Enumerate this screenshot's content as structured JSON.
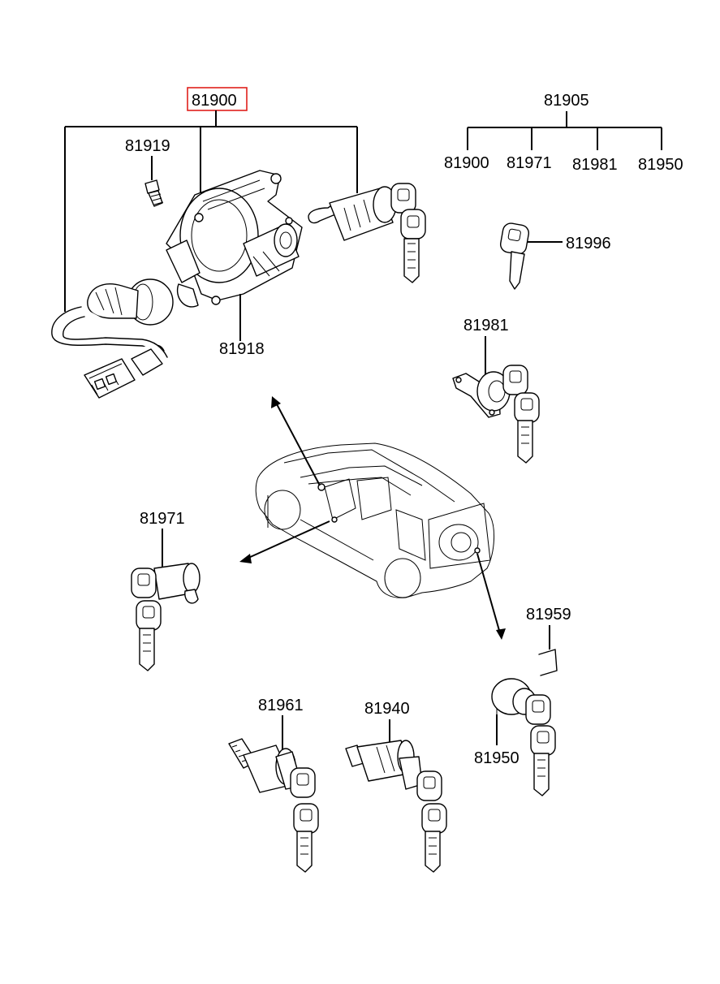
{
  "labels": {
    "p81900_main": "81900",
    "p81905": "81905",
    "p81900_sub": "81900",
    "p81971_sub": "81971",
    "p81981_sub": "81981",
    "p81950_sub": "81950",
    "p81919": "81919",
    "p81918": "81918",
    "p81996": "81996",
    "p81981": "81981",
    "p81971": "81971",
    "p81959": "81959",
    "p81950": "81950",
    "p81961": "81961",
    "p81940": "81940"
  },
  "highlight_color": "#e0201c"
}
